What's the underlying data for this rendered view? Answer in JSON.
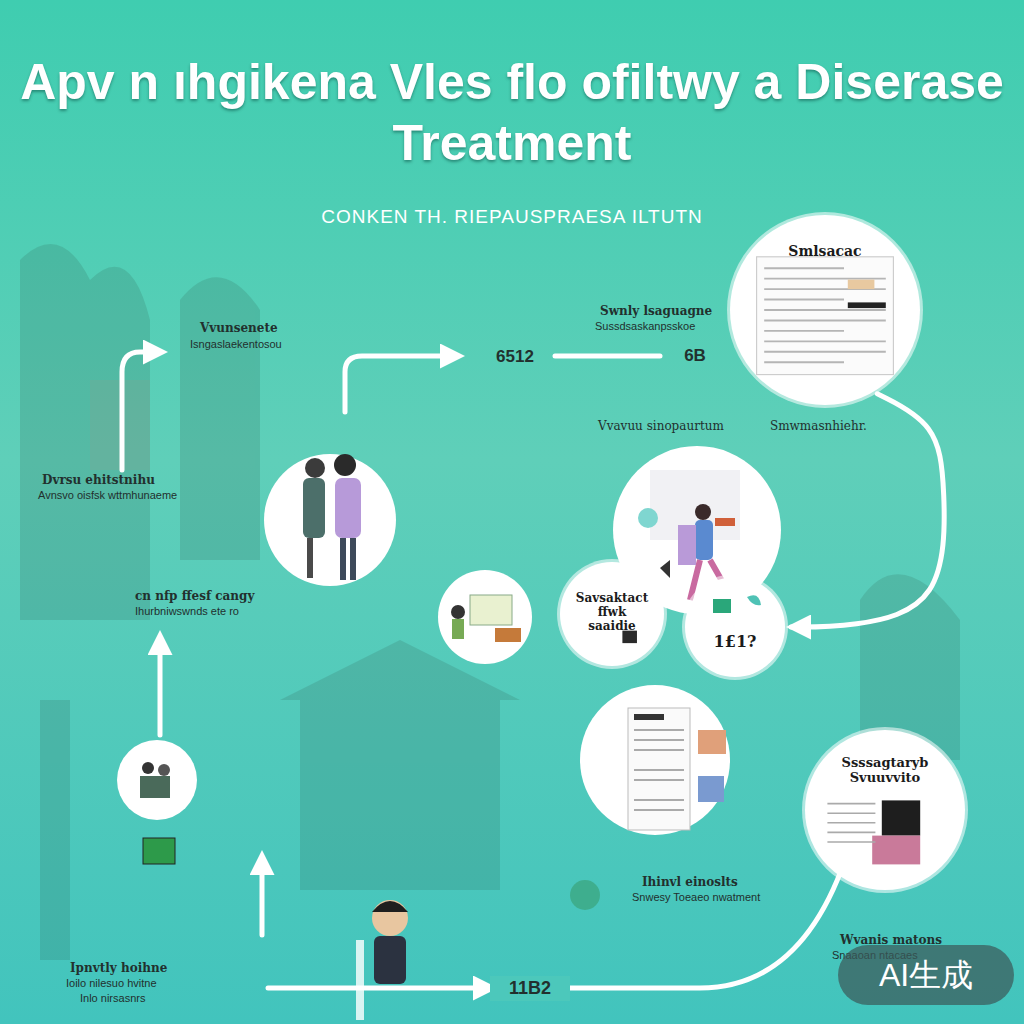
{
  "diagram": {
    "title": "Apv n ıhgikena Vles flo ofiltwy a Diserase Treatment",
    "nodes": [
      {
        "text": [
          "Smlsacac"
        ]
      },
      {
        "text": [
          "Savsaktact ffwk saaidie"
        ]
      },
      {
        "text": [
          "1£1?"
        ]
      },
      {
        "text": [
          "Ssssagtaryb Svuuvvito"
        ]
      }
    ],
    "edges": [
      {
        "from": 0,
        "to": 2,
        "arrow": "to"
      }
    ],
    "labels": [
      "CONKEN TH. RIEPAUSPRAESA ILTUTN",
      "Vvunsenete",
      "Isngaslaekentosou",
      "6512",
      "6B",
      "Swnly lsaguagne",
      "Sussdsaskanpsskoe",
      "Vvavuu sinopaurtum",
      "Smwmasnhiehr.",
      "Dvrsu ehitstnihu",
      "Avnsvo oisfsk wttmhunaeme",
      "cn nfp ffesf cangy",
      "Ihurbniwswnds ete ro",
      "Ihinvl einoslts",
      "Snwesy Toeaeo nwatment",
      "11B2",
      "Ipnvtly hoihne",
      "Ioilo nilesuo hvitne",
      "Inlo nirsasnrs",
      "Wvanis matons",
      "Snaaoan ntacaes",
      "AI生成"
    ]
  }
}
